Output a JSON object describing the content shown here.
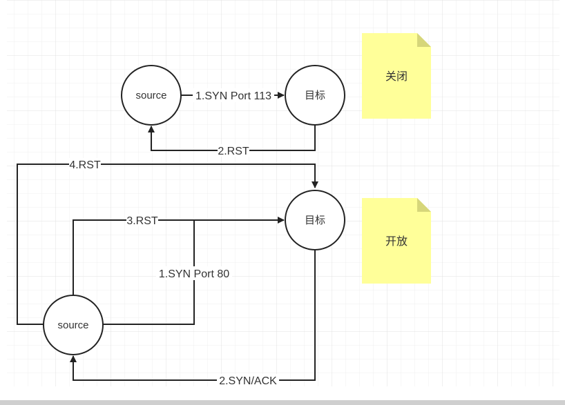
{
  "diagram": {
    "closed_case": {
      "source_label": "source",
      "target_label": "目标",
      "edge_syn": "1.SYN Port 113",
      "edge_rst": "2.RST",
      "note": "关闭"
    },
    "open_case": {
      "source_label": "source",
      "target_label": "目标",
      "edge_syn": "1.SYN Port 80",
      "edge_synack": "2.SYN/ACK",
      "edge_rst3": "3.RST",
      "edge_rst4": "4.RST",
      "note": "开放"
    }
  },
  "colors": {
    "background": "#ffffff",
    "grid": "#e6e6e6",
    "stroke": "#222222",
    "note_fill": "#ffff99",
    "note_fold": "#d6d67a",
    "bottom_bar": "#cfcfcf"
  }
}
